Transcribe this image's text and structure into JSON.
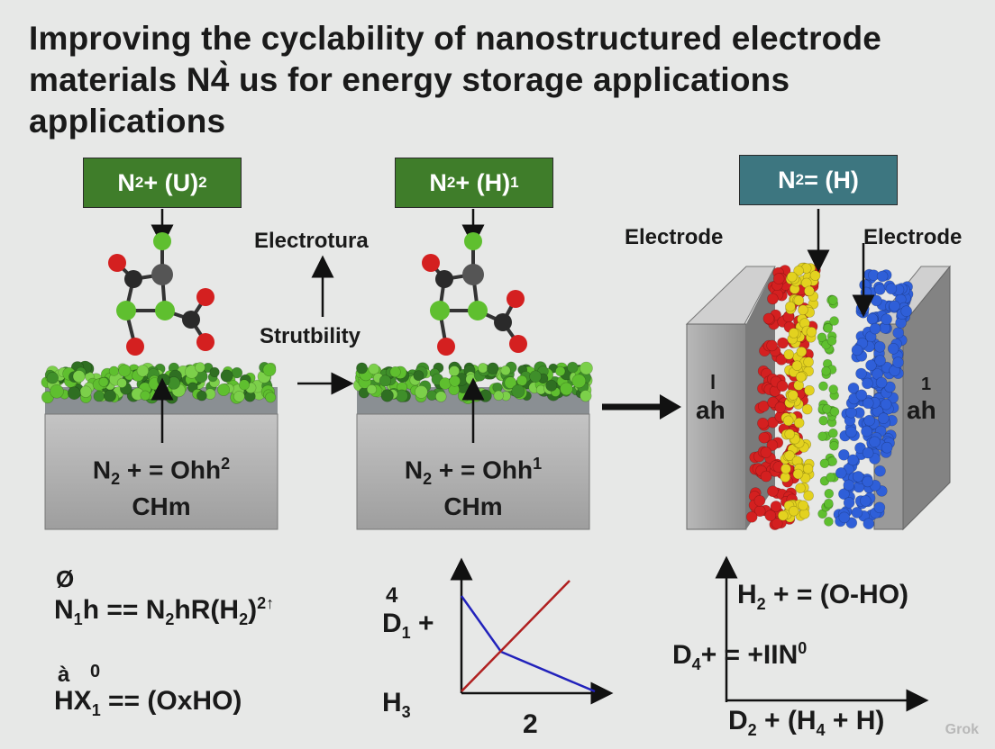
{
  "title": {
    "line1": "Improving the cyclability of nanostructured electrode",
    "line2": "materials N4̀ us for energy storage applications",
    "line3": "applications"
  },
  "boxes": {
    "box1": {
      "main": "N",
      "sub": "2",
      "rest": "+ (U)",
      "sup": "2"
    },
    "box2": {
      "main": "N",
      "sub": "2",
      "rest": "+ (H)",
      "sup": "1"
    },
    "box3": {
      "main": "N",
      "sub": "2",
      "rest": " = (H)"
    }
  },
  "labels": {
    "electrotura": "Electrotura",
    "strutbility": "Strutbility",
    "electrode_left": "Electrode",
    "electrode_right": "Electrode",
    "ah_left_top": "l",
    "ah_left": "ah",
    "ah_right_top": "1",
    "ah_right": "ah"
  },
  "substrates": {
    "s1": {
      "line1_main": "N",
      "line1_sub": "2",
      "line1_rest": " + = Ohh",
      "line1_sup": "2",
      "line2": "CHm"
    },
    "s2": {
      "line1_main": "N",
      "line1_sub": "2",
      "line1_rest": " + = Ohh",
      "line1_sup": "1",
      "line2": "CHm"
    }
  },
  "equations_left": {
    "phi": "Ø",
    "eq1_a": "N",
    "eq1_a_sub": "1",
    "eq1_b": "h == N",
    "eq1_b_sub": "2",
    "eq1_c": "hR(H",
    "eq1_c_sub": "2",
    "eq1_d": ")",
    "eq1_sup": "2↑",
    "a_grave": "à",
    "eq2_sup0": "0",
    "eq2_a": "HX",
    "eq2_sub": "1",
    "eq2_b": " == (OxHO)"
  },
  "center_graph": {
    "top_num": "4",
    "d_label": "D",
    "d_sub": "1",
    "d_rest": " +",
    "h_label": "H",
    "h_sub": "3",
    "x_label": "2"
  },
  "right_graph": {
    "eq1_a": "H",
    "eq1_sub": "2",
    "eq1_rest": " + = (O-HO)",
    "eq2_a": "D",
    "eq2_sub": "4",
    "eq2_rest": "+ = +IIN",
    "eq2_sup": "0",
    "eq3_a": "D",
    "eq3_sub": "2",
    "eq3_rest": " + (H",
    "eq3_sub2": "4",
    "eq3_end": " + H)"
  },
  "watermark": "Grok",
  "colors": {
    "green_box": "#3f7d2a",
    "teal_box": "#3d7680",
    "red_atom": "#d42020",
    "green_atom": "#5fbf2f",
    "dark_atom": "#2a2a2a",
    "yellow_atom": "#e3d21f",
    "blue_atom": "#2f5fd8",
    "line_blue": "#2222bb",
    "line_red": "#b02020"
  }
}
